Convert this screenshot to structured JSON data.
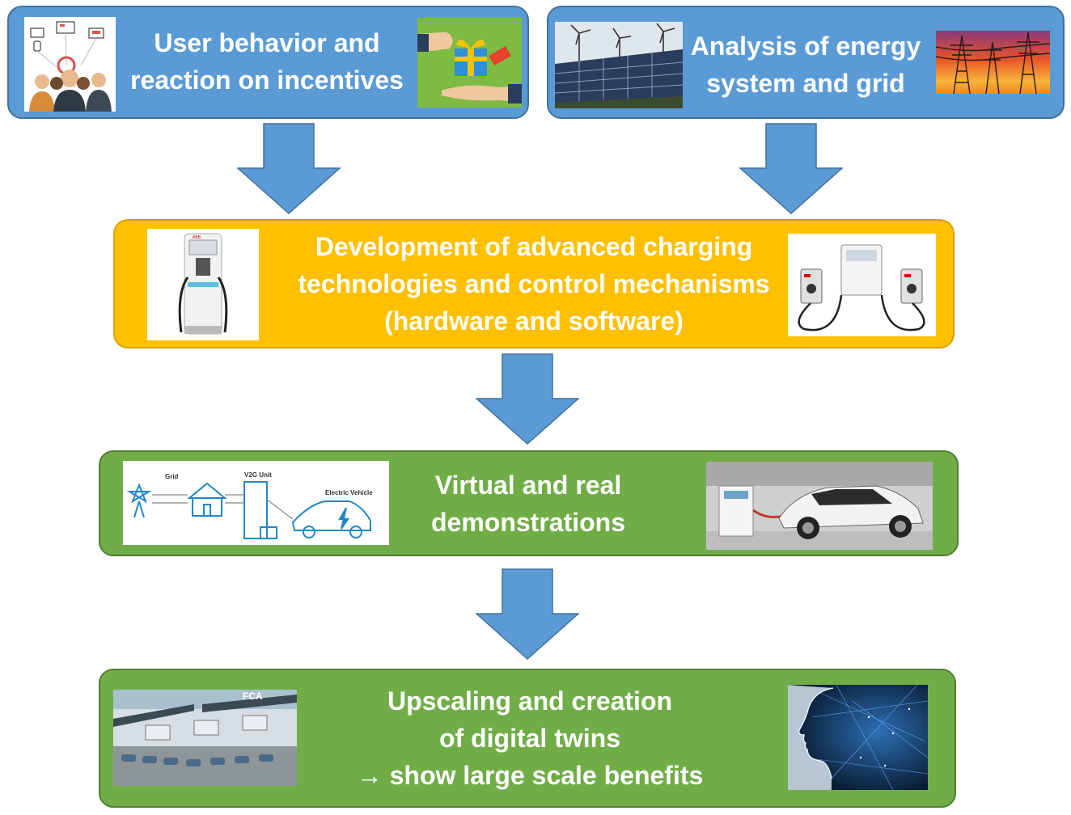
{
  "colors": {
    "blue_box": "#5b9bd5",
    "blue_border": "#41719c",
    "orange_box": "#ffc000",
    "orange_border": "#d9a200",
    "green_box": "#70ad47",
    "green_border": "#507e32",
    "arrow": "#5b9bd5"
  },
  "boxes": {
    "user_behavior": {
      "line1": "User behavior and",
      "line2": "reaction on incentives",
      "left_image": "people-network-icon",
      "right_image": "gift-bonus-icon"
    },
    "energy_system": {
      "line1": "Analysis of energy",
      "line2": "system and grid",
      "left_image": "solar-wind-icon",
      "right_image": "power-pylon-icon"
    },
    "charging_tech": {
      "line1": "Development of advanced charging",
      "line2": "technologies and control mechanisms",
      "line3": "(hardware and software)",
      "left_image": "charging-station-icon",
      "right_image": "wallbox-charger-icon",
      "brand": "ABB"
    },
    "demonstrations": {
      "line1": "Virtual and real",
      "line2": "demonstrations",
      "left_image": "v2g-diagram-icon",
      "right_image": "electric-car-charging-icon",
      "v2g_labels": {
        "grid": "Grid",
        "unit": "V2G Unit",
        "vehicle": "Electric Vehicle"
      }
    },
    "upscaling": {
      "line1": "Upscaling and creation",
      "line2": "of digital twins",
      "line3": "→ show large scale benefits",
      "left_image": "parking-lot-icon",
      "right_image": "digital-face-icon",
      "brand": "FCA"
    }
  }
}
